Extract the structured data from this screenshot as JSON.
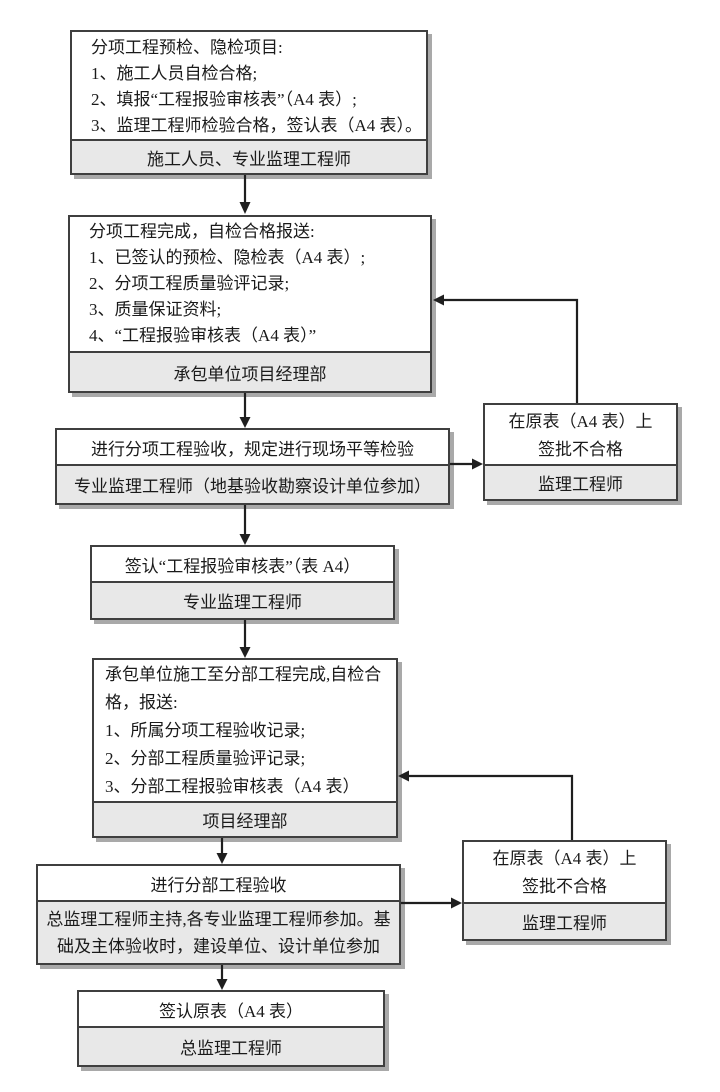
{
  "colors": {
    "border": "#3f3f3f",
    "footer_bg": "#e8e8e8",
    "shadow": "#a9a9a9",
    "arrow": "#1f1f1f",
    "background": "#ffffff"
  },
  "flow": {
    "box1": {
      "lines": [
        "分项工程预检、隐检项目:",
        "1、施工人员自检合格;",
        "2、填报“工程报验审核表”（A4 表）;",
        "3、监理工程师检验合格，签认表（A4 表）。"
      ],
      "footer": "施工人员、专业监理工程师"
    },
    "box2": {
      "lines": [
        "分项工程完成，自检合格报送:",
        "1、已签认的预检、隐检表（A4 表）;",
        "2、分项工程质量验评记录;",
        "3、质量保证资料;",
        "4、“工程报验审核表（A4 表）”"
      ],
      "footer": "承包单位项目经理部"
    },
    "box3": {
      "title": "进行分项工程验收，规定进行现场平等检验",
      "footer": "专业监理工程师（地基验收勘察设计单位参加）"
    },
    "reject1": {
      "lines": [
        "在原表（A4 表）上",
        "签批不合格"
      ],
      "footer": "监理工程师"
    },
    "box4": {
      "title": "签认“工程报验审核表”（表 A4）",
      "footer": "专业监理工程师"
    },
    "box5": {
      "lines": [
        "承包单位施工至分部工程完成,自检合",
        "格，报送:",
        "1、所属分项工程验收记录;",
        "2、分部工程质量验评记录;",
        "3、分部工程报验审核表（A4 表）"
      ],
      "footer": "项目经理部"
    },
    "box6": {
      "title": "进行分部工程验收",
      "footer_lines": [
        "总监理工程师主持,各专业监理工程师参加。基",
        "础及主体验收时，建设单位、设计单位参加"
      ]
    },
    "reject2": {
      "lines": [
        "在原表（A4 表）上",
        "签批不合格"
      ],
      "footer": "监理工程师"
    },
    "box7": {
      "title": "签认原表（A4 表）",
      "footer": "总监理工程师"
    }
  }
}
